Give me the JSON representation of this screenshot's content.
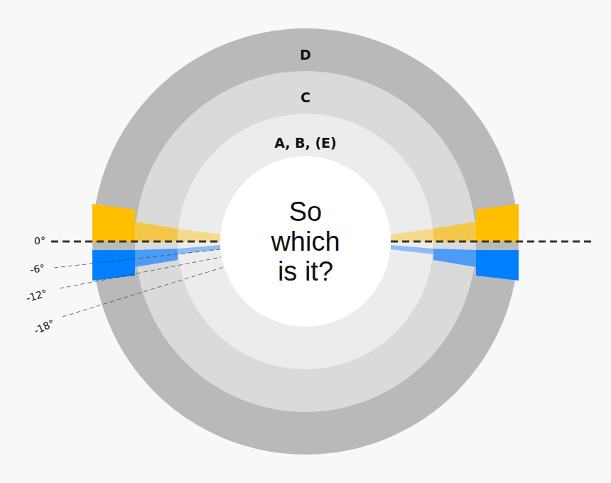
{
  "diagram": {
    "nodes": [
      {
        "text": [
          "D"
        ]
      },
      {
        "text": [
          "C"
        ],
        "in": 0
      },
      {
        "text": [
          "A, B, (E)"
        ],
        "in": 1
      },
      {
        "text": [
          "So which is it?"
        ],
        "in": 2
      }
    ],
    "labels": [
      "0°",
      "-6°",
      "-12°",
      "-18°"
    ]
  }
}
